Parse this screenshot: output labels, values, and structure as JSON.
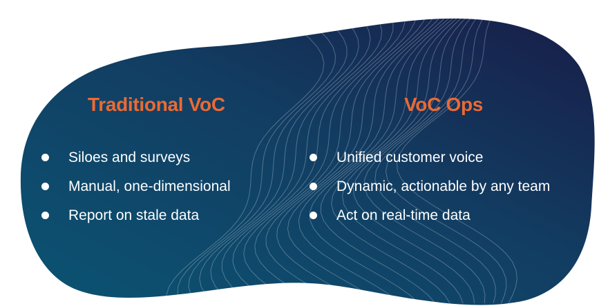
{
  "colors": {
    "accent": "#EC6A33",
    "text": "#FFFFFF",
    "gradient_start": "#0B5473",
    "gradient_end": "#181D48"
  },
  "left_column": {
    "title": "Traditional VoC",
    "items": [
      "Siloes and surveys",
      "Manual, one-dimensional",
      "Report on stale data"
    ]
  },
  "right_column": {
    "title": "VoC Ops",
    "items": [
      "Unified customer voice",
      "Dynamic, actionable by any team",
      "Act on real-time data"
    ]
  }
}
